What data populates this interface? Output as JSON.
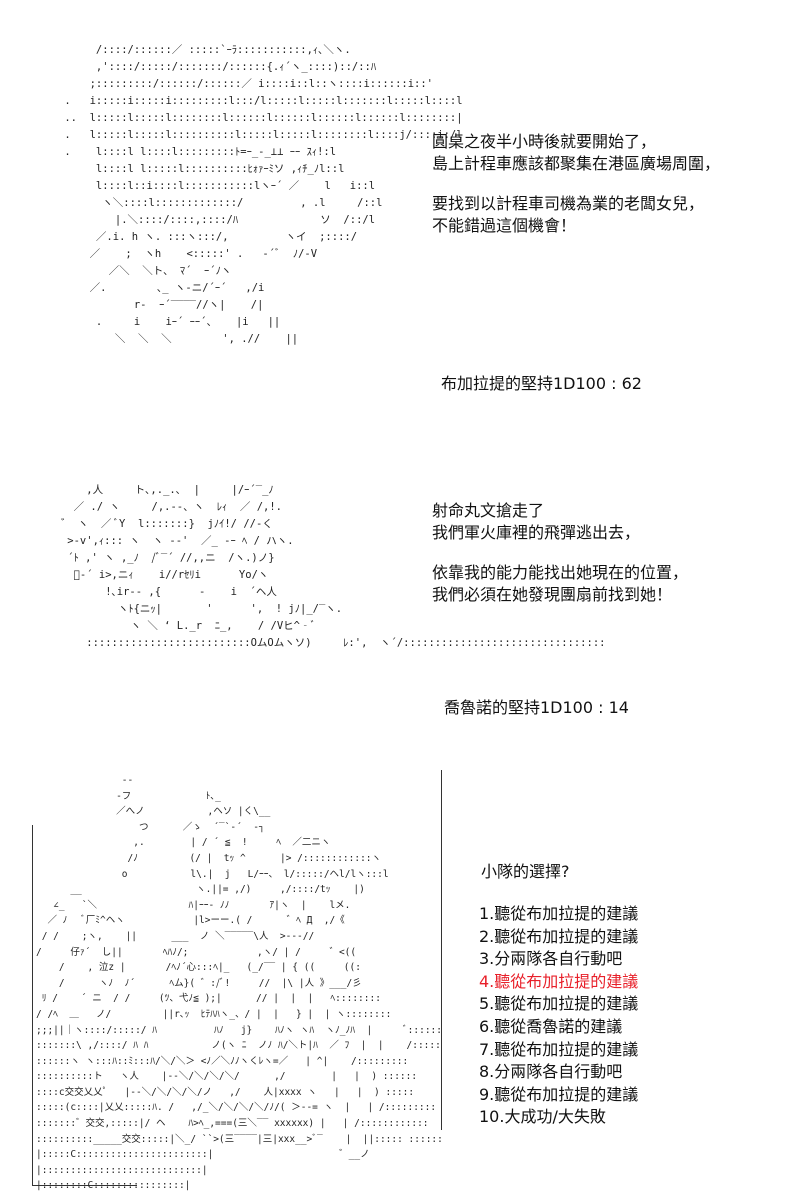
{
  "panel1": {
    "lines1": [
      "圓桌之夜半小時後就要開始了，",
      "島上計程車應該都聚集在港區廣場周圍，"
    ],
    "lines2": [
      "要找到以計程車司機為業的老闆女兒，",
      "不能錯過這個機會！"
    ],
    "roll": "布加拉提的堅持1D100 : 62"
  },
  "panel2": {
    "lines1": [
      "射命丸文搶走了",
      "我們軍火庫裡的飛彈逃出去，"
    ],
    "lines2": [
      "依靠我的能力能找出她現在的位置，",
      "我們必須在她發現團扇前找到她！"
    ],
    "roll": "喬魯諾的堅持1D100 : 14"
  },
  "panel3": {
    "title": "小隊的選擇?",
    "options": [
      "1.聽從布加拉提的建議",
      "2.聽從布加拉提的建議",
      "3.分兩隊各自行動吧",
      "4.聽從布加拉提的建議",
      "5.聽從布加拉提的建議",
      "6.聽從喬魯諾的建議",
      "7.聽從布加拉提的建議",
      "8.分兩隊各自行動吧",
      "9.聽從布加拉提的建議",
      "10.大成功/大失敗"
    ],
    "highlight_index": 3,
    "highlight_color": "#e8202a"
  }
}
